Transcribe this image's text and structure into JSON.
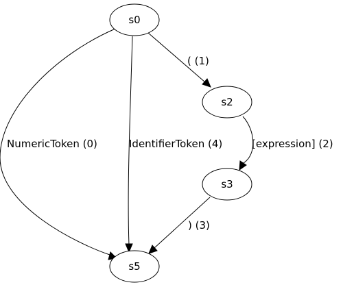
{
  "nodes": {
    "s0": "s0",
    "s2": "s2",
    "s3": "s3",
    "s5": "s5"
  },
  "edges": {
    "s0_s5_numeric": {
      "from": "s0",
      "to": "s5",
      "label": "NumericToken (0)"
    },
    "s0_s5_identifier": {
      "from": "s0",
      "to": "s5",
      "label": "IdentifierToken (4)"
    },
    "s0_s2": {
      "from": "s0",
      "to": "s2",
      "label": "( (1)"
    },
    "s2_s3": {
      "from": "s2",
      "to": "s3",
      "label": "[expression] (2)"
    },
    "s3_s5": {
      "from": "s3",
      "to": "s5",
      "label": ") (3)"
    }
  }
}
